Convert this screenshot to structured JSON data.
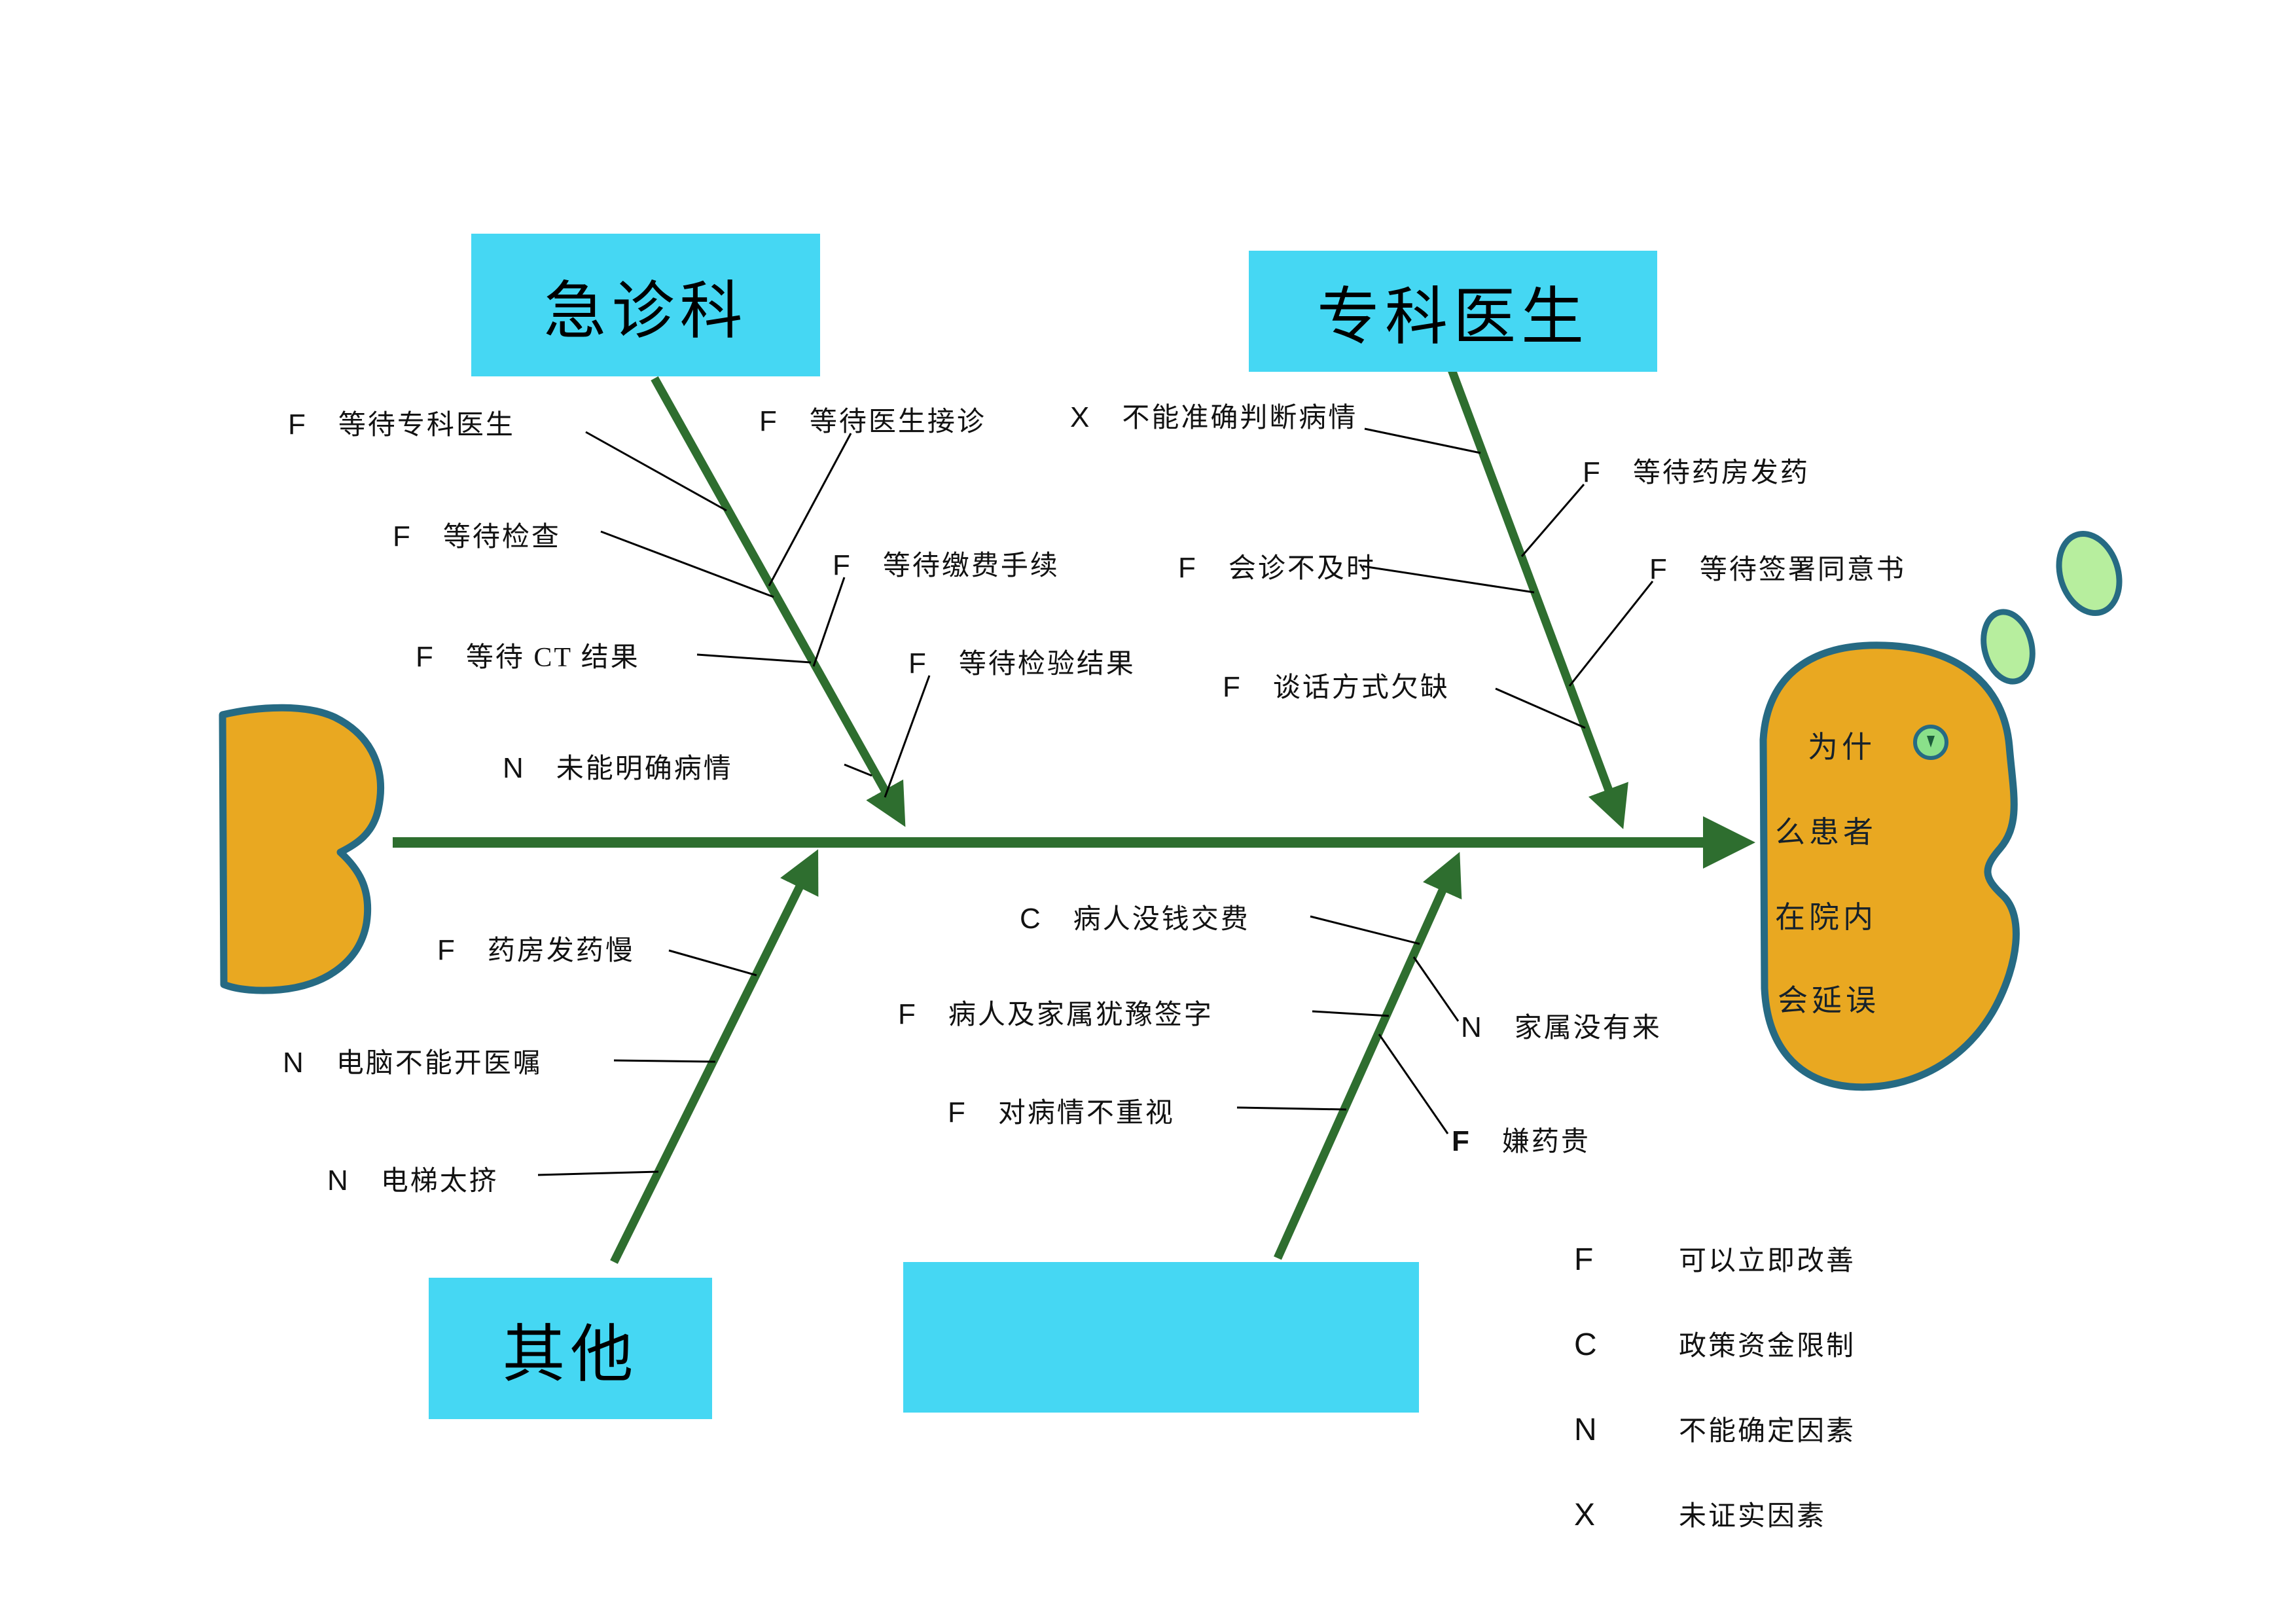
{
  "diagram_type": "fishbone-cause-effect",
  "categories": {
    "emergency": {
      "label": "急诊科"
    },
    "specialist": {
      "label": "专科医生"
    },
    "other": {
      "label": "其他"
    },
    "unnamed": {
      "label": ""
    }
  },
  "head": {
    "lines": [
      "为什",
      "么患者",
      "在院内",
      "会延误"
    ]
  },
  "causes": [
    {
      "code": "F",
      "text": "等待专科医生"
    },
    {
      "code": "F",
      "text": "等待医生接诊"
    },
    {
      "code": "X",
      "text": "不能准确判断病情"
    },
    {
      "code": "F",
      "text": "等待药房发药"
    },
    {
      "code": "F",
      "text": "等待检查"
    },
    {
      "code": "F",
      "text": "等待缴费手续"
    },
    {
      "code": "F",
      "text": "会诊不及时"
    },
    {
      "code": "F",
      "text": "等待签署同意书"
    },
    {
      "code": "F",
      "text": "等待 CT 结果"
    },
    {
      "code": "F",
      "text": "等待检验结果"
    },
    {
      "code": "F",
      "text": "谈话方式欠缺"
    },
    {
      "code": "N",
      "text": "未能明确病情"
    },
    {
      "code": "F",
      "text": "药房发药慢"
    },
    {
      "code": "C",
      "text": "病人没钱交费"
    },
    {
      "code": "F",
      "text": "病人及家属犹豫签字"
    },
    {
      "code": "N",
      "text": "家属没有来"
    },
    {
      "code": "N",
      "text": "电脑不能开医嘱"
    },
    {
      "code": "F",
      "text": "对病情不重视"
    },
    {
      "code": "F",
      "text": "嫌药贵"
    },
    {
      "code": "N",
      "text": "电梯太挤"
    }
  ],
  "legend": [
    {
      "code": "F",
      "text": "可以立即改善"
    },
    {
      "code": "C",
      "text": "政策资金限制"
    },
    {
      "code": "N",
      "text": "不能确定因素"
    },
    {
      "code": "X",
      "text": "未证实因素"
    }
  ],
  "colors": {
    "category_box_cyan": "#45d7f3",
    "bone_green": "#2e6e2f",
    "fish_orange": "#e9a821",
    "outline_teal": "#266a83",
    "bubble_green": "#b7ee9e",
    "text_black": "#111111"
  }
}
